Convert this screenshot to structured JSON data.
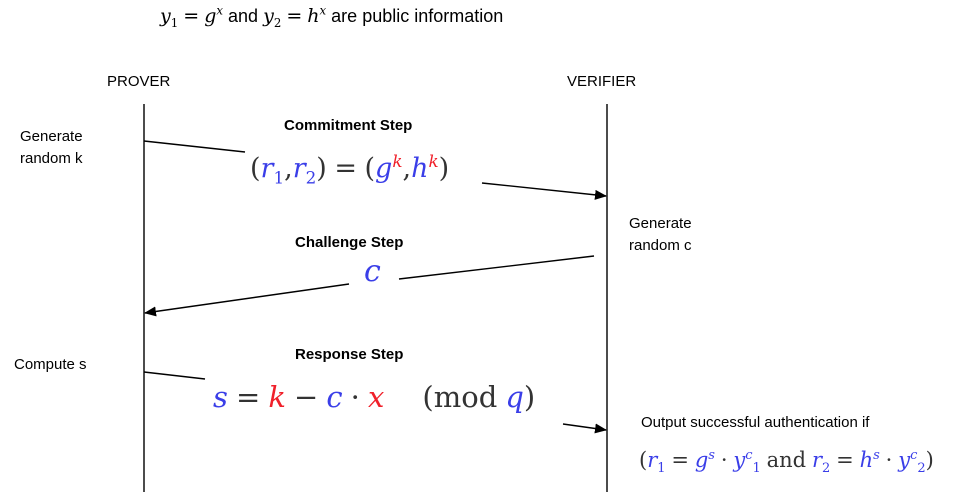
{
  "header": {
    "y1": "y",
    "y1_sub": "1",
    "eq1": "=",
    "g1": "g",
    "x1": "x",
    "and": "and",
    "y2": "y",
    "y2_sub": "2",
    "eq2": "=",
    "h1": "h",
    "x2": "x",
    "tail": "are public information"
  },
  "parties": {
    "prover": "PROVER",
    "verifier": "VERIFIER"
  },
  "notes": {
    "generate_k_line1": "Generate",
    "generate_k_line2": "random k",
    "generate_c_line1": "Generate",
    "generate_c_line2": "random c",
    "compute_s": "Compute s",
    "output": "Output successful authentication if"
  },
  "steps": {
    "commitment": "Commitment Step",
    "challenge": "Challenge Step",
    "response": "Response Step"
  },
  "commitment_formula": {
    "lp": "(",
    "r1": "r",
    "r1_sub": "1",
    "comma1": ",",
    "r2": "r",
    "r2_sub": "2",
    "rp1": ")",
    "eq": "=",
    "lp2": "(",
    "g": "g",
    "k1": "k",
    "comma2": ",",
    "h": "h",
    "k2": "k",
    "rp2": ")"
  },
  "challenge_formula": {
    "c": "c"
  },
  "response_formula": {
    "s": "s",
    "eq": "=",
    "k": "k",
    "minus": "−",
    "c": "c",
    "dot": "·",
    "x": "x",
    "mod_lp": "(mod",
    "q": "q",
    "mod_rp": ")"
  },
  "verify_formula": {
    "lp": "(",
    "r1": "r",
    "r1_sub": "1",
    "eq1": "=",
    "g": "g",
    "s1": "s",
    "dot1": "·",
    "y1": "y",
    "y1_sub": "1",
    "c1": "c",
    "and": "and",
    "r2": "r",
    "r2_sub": "2",
    "eq2": "=",
    "h": "h",
    "s2": "s",
    "dot2": "·",
    "y2": "y",
    "y2_sub": "2",
    "c2": "c",
    "rp": ")"
  },
  "colors": {
    "blue": "#3a3ee8",
    "red": "#f0202a",
    "line": "#000000",
    "text": "#000000"
  }
}
